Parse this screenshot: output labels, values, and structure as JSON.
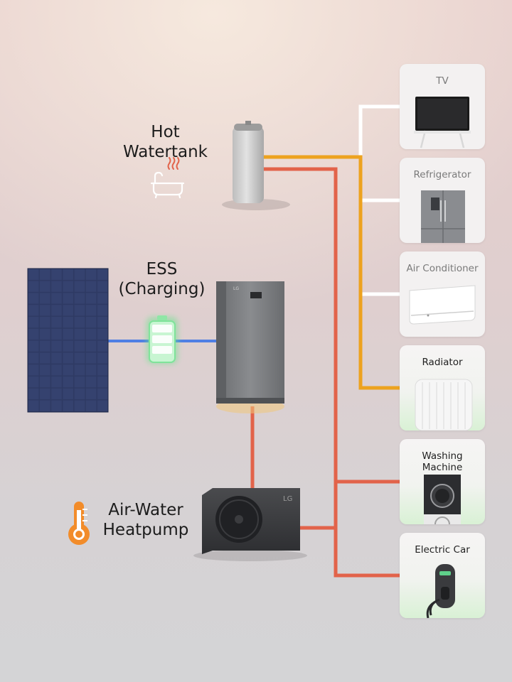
{
  "components": {
    "hot_watertank": {
      "label_line1": "Hot",
      "label_line2": "Watertank"
    },
    "ess": {
      "label_line1": "ESS",
      "label_line2": "(Charging)"
    },
    "heatpump": {
      "label_line1": "Air-Water",
      "label_line2": "Heatpump"
    }
  },
  "appliances": [
    {
      "label": "TV",
      "highlighted": false
    },
    {
      "label": "Refrigerator",
      "highlighted": false
    },
    {
      "label": "Air Conditioner",
      "highlighted": false
    },
    {
      "label": "Radiator",
      "highlighted": true
    },
    {
      "label_line1": "Washing",
      "label_line2": "Machine",
      "highlighted": true
    },
    {
      "label": "Electric Car",
      "highlighted": true
    }
  ],
  "colors": {
    "hot_water_line": "#eda21f",
    "heat_line": "#e2634a",
    "solar_line": "#4f7fe4",
    "idle_line": "#ffffff",
    "battery_glow": "#6fe390",
    "highlight_bg": "#d9f1d5"
  },
  "icons": [
    "bathtub-icon",
    "battery-icon",
    "thermometer-icon"
  ]
}
